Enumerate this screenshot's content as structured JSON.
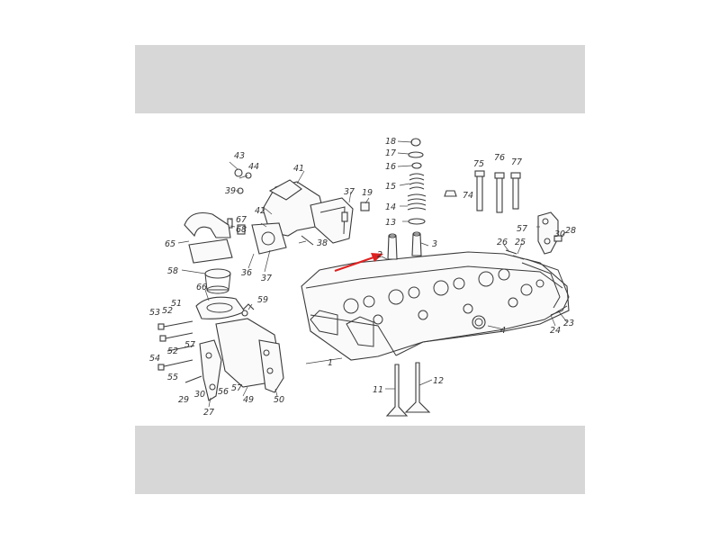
{
  "colors": {
    "band": "#d7d7d7",
    "paper": "#ffffff",
    "ink": "#333333",
    "arrow": "#e02020"
  },
  "labels": {
    "l1": "1",
    "l2": "2",
    "l3": "3",
    "l4": "4",
    "l11": "11",
    "l12": "12",
    "l13": "13",
    "l14": "14",
    "l15": "15",
    "l16": "16",
    "l17": "17",
    "l18": "18",
    "l19": "19",
    "l23": "23",
    "l24": "24",
    "l25": "25",
    "l26": "26",
    "l27": "27",
    "l28": "28",
    "l29": "29",
    "l30a": "30",
    "l30b": "30",
    "l36": "36",
    "l37a": "37",
    "l37b": "37",
    "l38": "38",
    "l39": "39",
    "l41": "41",
    "l42": "42",
    "l43": "43",
    "l44": "44",
    "l49": "49",
    "l50": "50",
    "l51": "51",
    "l52a": "52",
    "l52b": "52",
    "l53": "53",
    "l54": "54",
    "l55": "55",
    "l56": "56",
    "l57a": "57",
    "l57b": "57",
    "l57c": "57",
    "l58": "58",
    "l59": "59",
    "l65": "65",
    "l66": "66",
    "l67": "67",
    "l68": "68",
    "l74": "74",
    "l75": "75",
    "l76": "76",
    "l77": "77"
  }
}
